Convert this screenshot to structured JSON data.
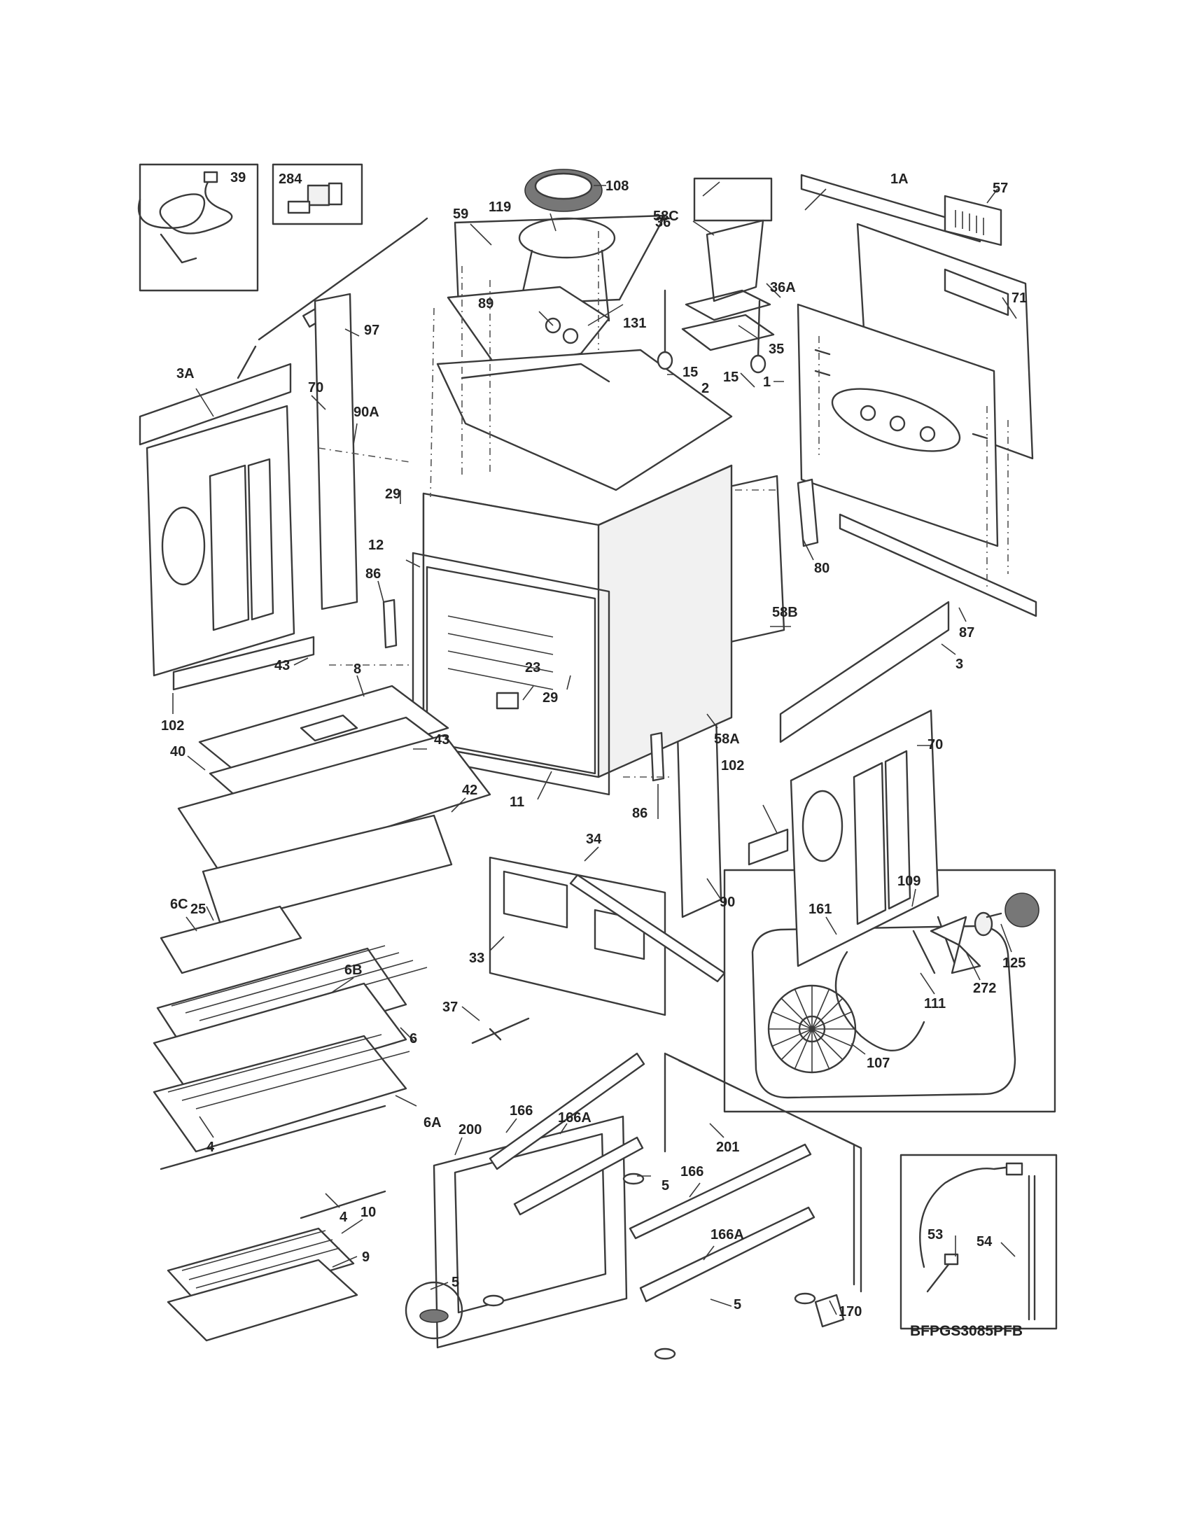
{
  "diagram_code": "BFPGS3085PFB",
  "callouts": {
    "c39": "39",
    "c284": "284",
    "c108": "108",
    "c119": "119",
    "c58C": "58C",
    "c1A": "1A",
    "c57": "57",
    "c59": "59",
    "c36": "36",
    "c36A": "36A",
    "c89": "89",
    "c131": "131",
    "c71": "71",
    "c35": "35",
    "c97": "97",
    "c15a": "15",
    "c15b": "15",
    "c2": "2",
    "c1": "1",
    "c3A": "3A",
    "c70a": "70",
    "c90A": "90A",
    "c29a": "29",
    "c12": "12",
    "c86a": "86",
    "c80": "80",
    "c58B": "58B",
    "c87": "87",
    "c3": "3",
    "c43a": "43",
    "c8": "8",
    "c23": "23",
    "c29b": "29",
    "c102a": "102",
    "c43b": "43",
    "c58A": "58A",
    "c40": "40",
    "c42": "42",
    "c11": "11",
    "c70b": "70",
    "c102b": "102",
    "c86b": "86",
    "c6C": "6C",
    "c25": "25",
    "c34": "34",
    "c33": "33",
    "c90": "90",
    "c109": "109",
    "c161": "161",
    "c125": "125",
    "c272": "272",
    "c111": "111",
    "c6B": "6B",
    "c37": "37",
    "c107": "107",
    "c6": "6",
    "c166a": "166",
    "c200": "200",
    "c166Aa": "166A",
    "c201": "201",
    "c6A": "6A",
    "c4a": "4",
    "c5a": "5",
    "c166b": "166",
    "c4b": "4",
    "c166Ab": "166A",
    "c53": "53",
    "c54": "54",
    "c10": "10",
    "c9": "9",
    "c5b": "5",
    "c5c": "5",
    "c170": "170"
  }
}
